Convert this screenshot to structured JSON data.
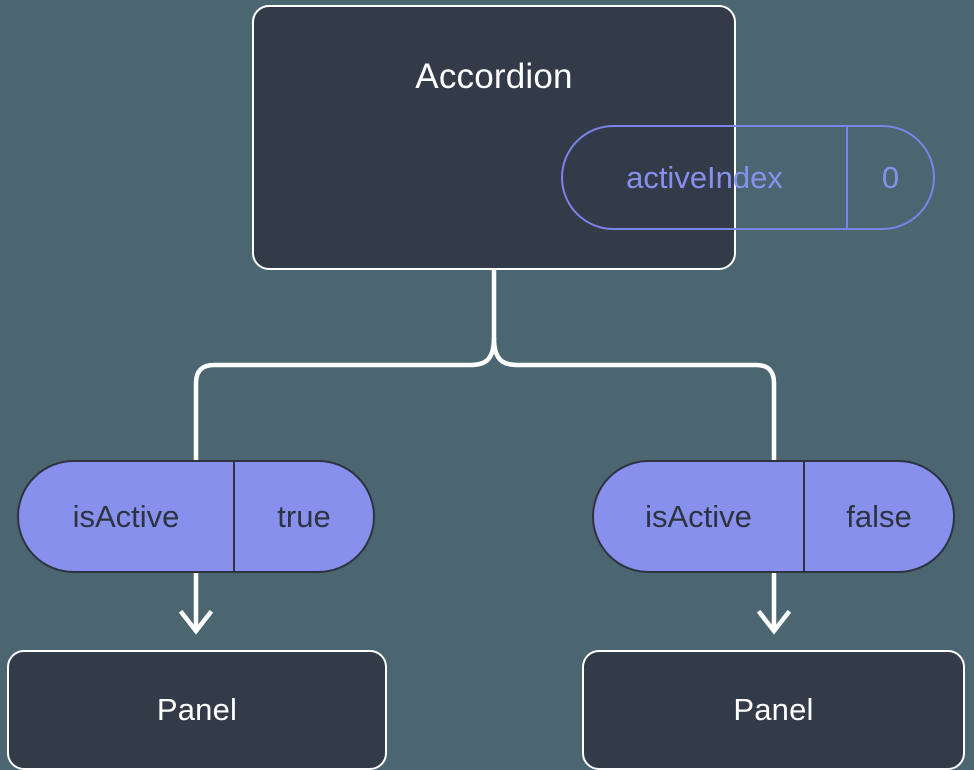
{
  "theme": {
    "background": "#4B6670",
    "node_fill": "#333B48",
    "node_border": "#FFFFFF",
    "accent_purple": "#8890EE",
    "accent_purple_stroke": "#7C83E8",
    "pill_text_dark": "#2E3340",
    "connector": "#FFFFFF"
  },
  "diagram": {
    "root": {
      "title": "Accordion",
      "prop": {
        "key": "activeIndex",
        "value": "0"
      }
    },
    "branches": [
      {
        "side": "left",
        "prop": {
          "key": "isActive",
          "value": "true"
        },
        "child": {
          "title": "Panel"
        }
      },
      {
        "side": "right",
        "prop": {
          "key": "isActive",
          "value": "false"
        },
        "child": {
          "title": "Panel"
        }
      }
    ]
  }
}
